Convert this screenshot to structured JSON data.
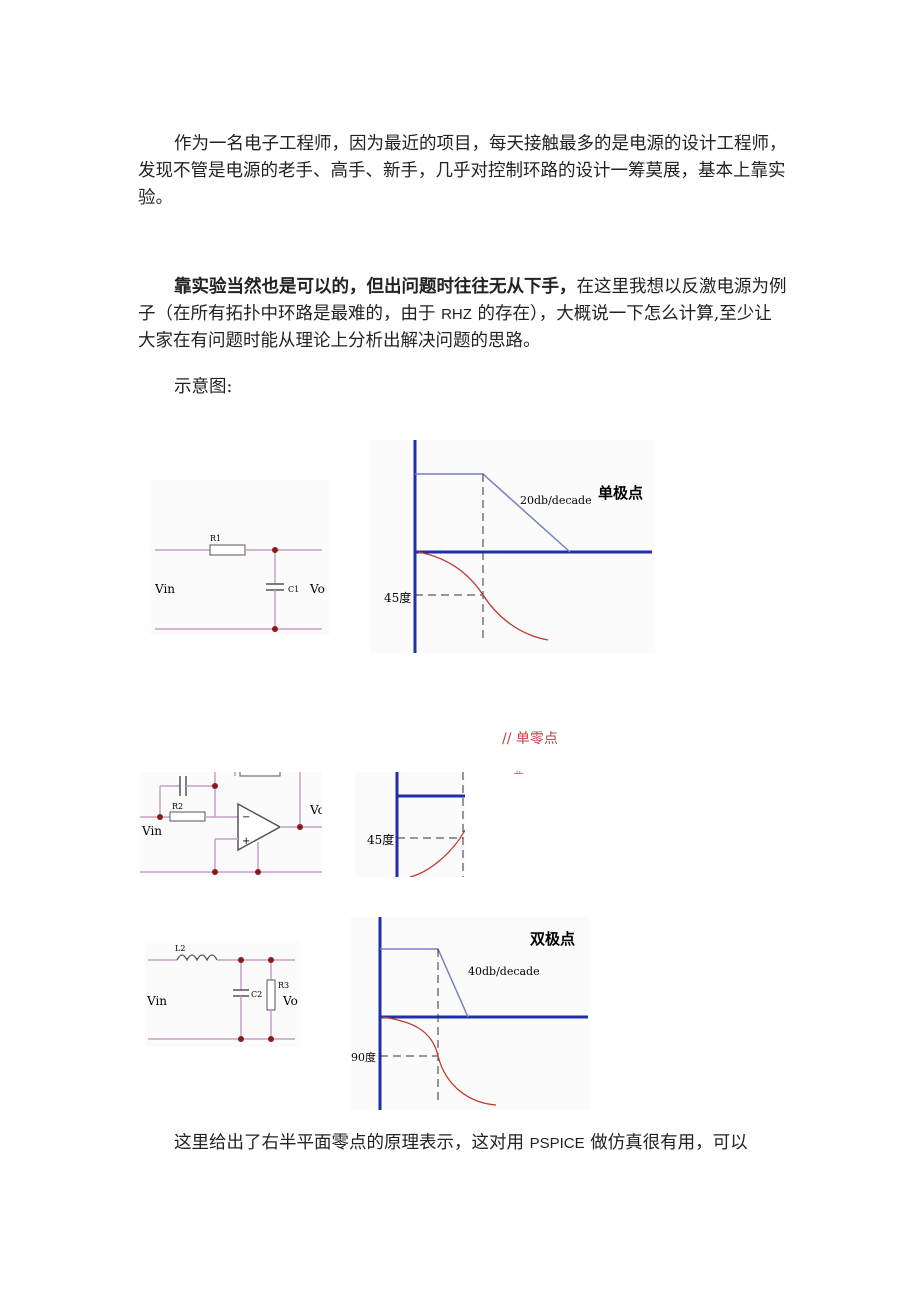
{
  "paragraphs": {
    "p1": "作为一名电子工程师，因为最近的项目，每天接触最多的是电源的设计工程师，发现不管是电源的老手、高手、新手，几乎对控制环路的设计一筹莫展，基本上靠实验。",
    "p2_bold": "靠实验当然也是可以的，但出问题时往往无从下手，",
    "p2_a": "在这里我想以反激电源为例子（在所有拓扑中环路是最难的，由于",
    "p2_latin": "RHZ",
    "p2_b": "的存在），大概说一下怎么计算,至少让大家在有问题时能从理论上分析出解决问题的思路。",
    "p3": "示意图:",
    "p4_a": "这里给出了右半平面零点的原理表示，这对用",
    "p4_latin": "PSPICE",
    "p4_b": "做仿真很有用，可以"
  },
  "figure1": {
    "circuit": {
      "r": "R1",
      "c": "C1",
      "vin": "Vin",
      "vo": "Vo"
    },
    "bode": {
      "title": "单极点",
      "slope": "20db/decade",
      "phase": "45度"
    }
  },
  "figure2": {
    "caption": "// 单零点",
    "cut_text": "…曲…",
    "circuit": {
      "r2": "R2",
      "vin": "Vin",
      "vo": "Vo",
      "plus": "+",
      "minus": "−"
    },
    "bode": {
      "phase": "45度"
    }
  },
  "figure3": {
    "circuit": {
      "l": "L2",
      "c": "C2",
      "r": "R3",
      "vin": "Vin",
      "vo": "Vo"
    },
    "bode": {
      "title": "双极点",
      "slope": "40db/decade",
      "phase": "90度"
    }
  },
  "colors": {
    "wire": "#c8a0c8",
    "axis": "#1f2fa8",
    "curve": "#c0392b",
    "node": "#8b1a1a"
  }
}
